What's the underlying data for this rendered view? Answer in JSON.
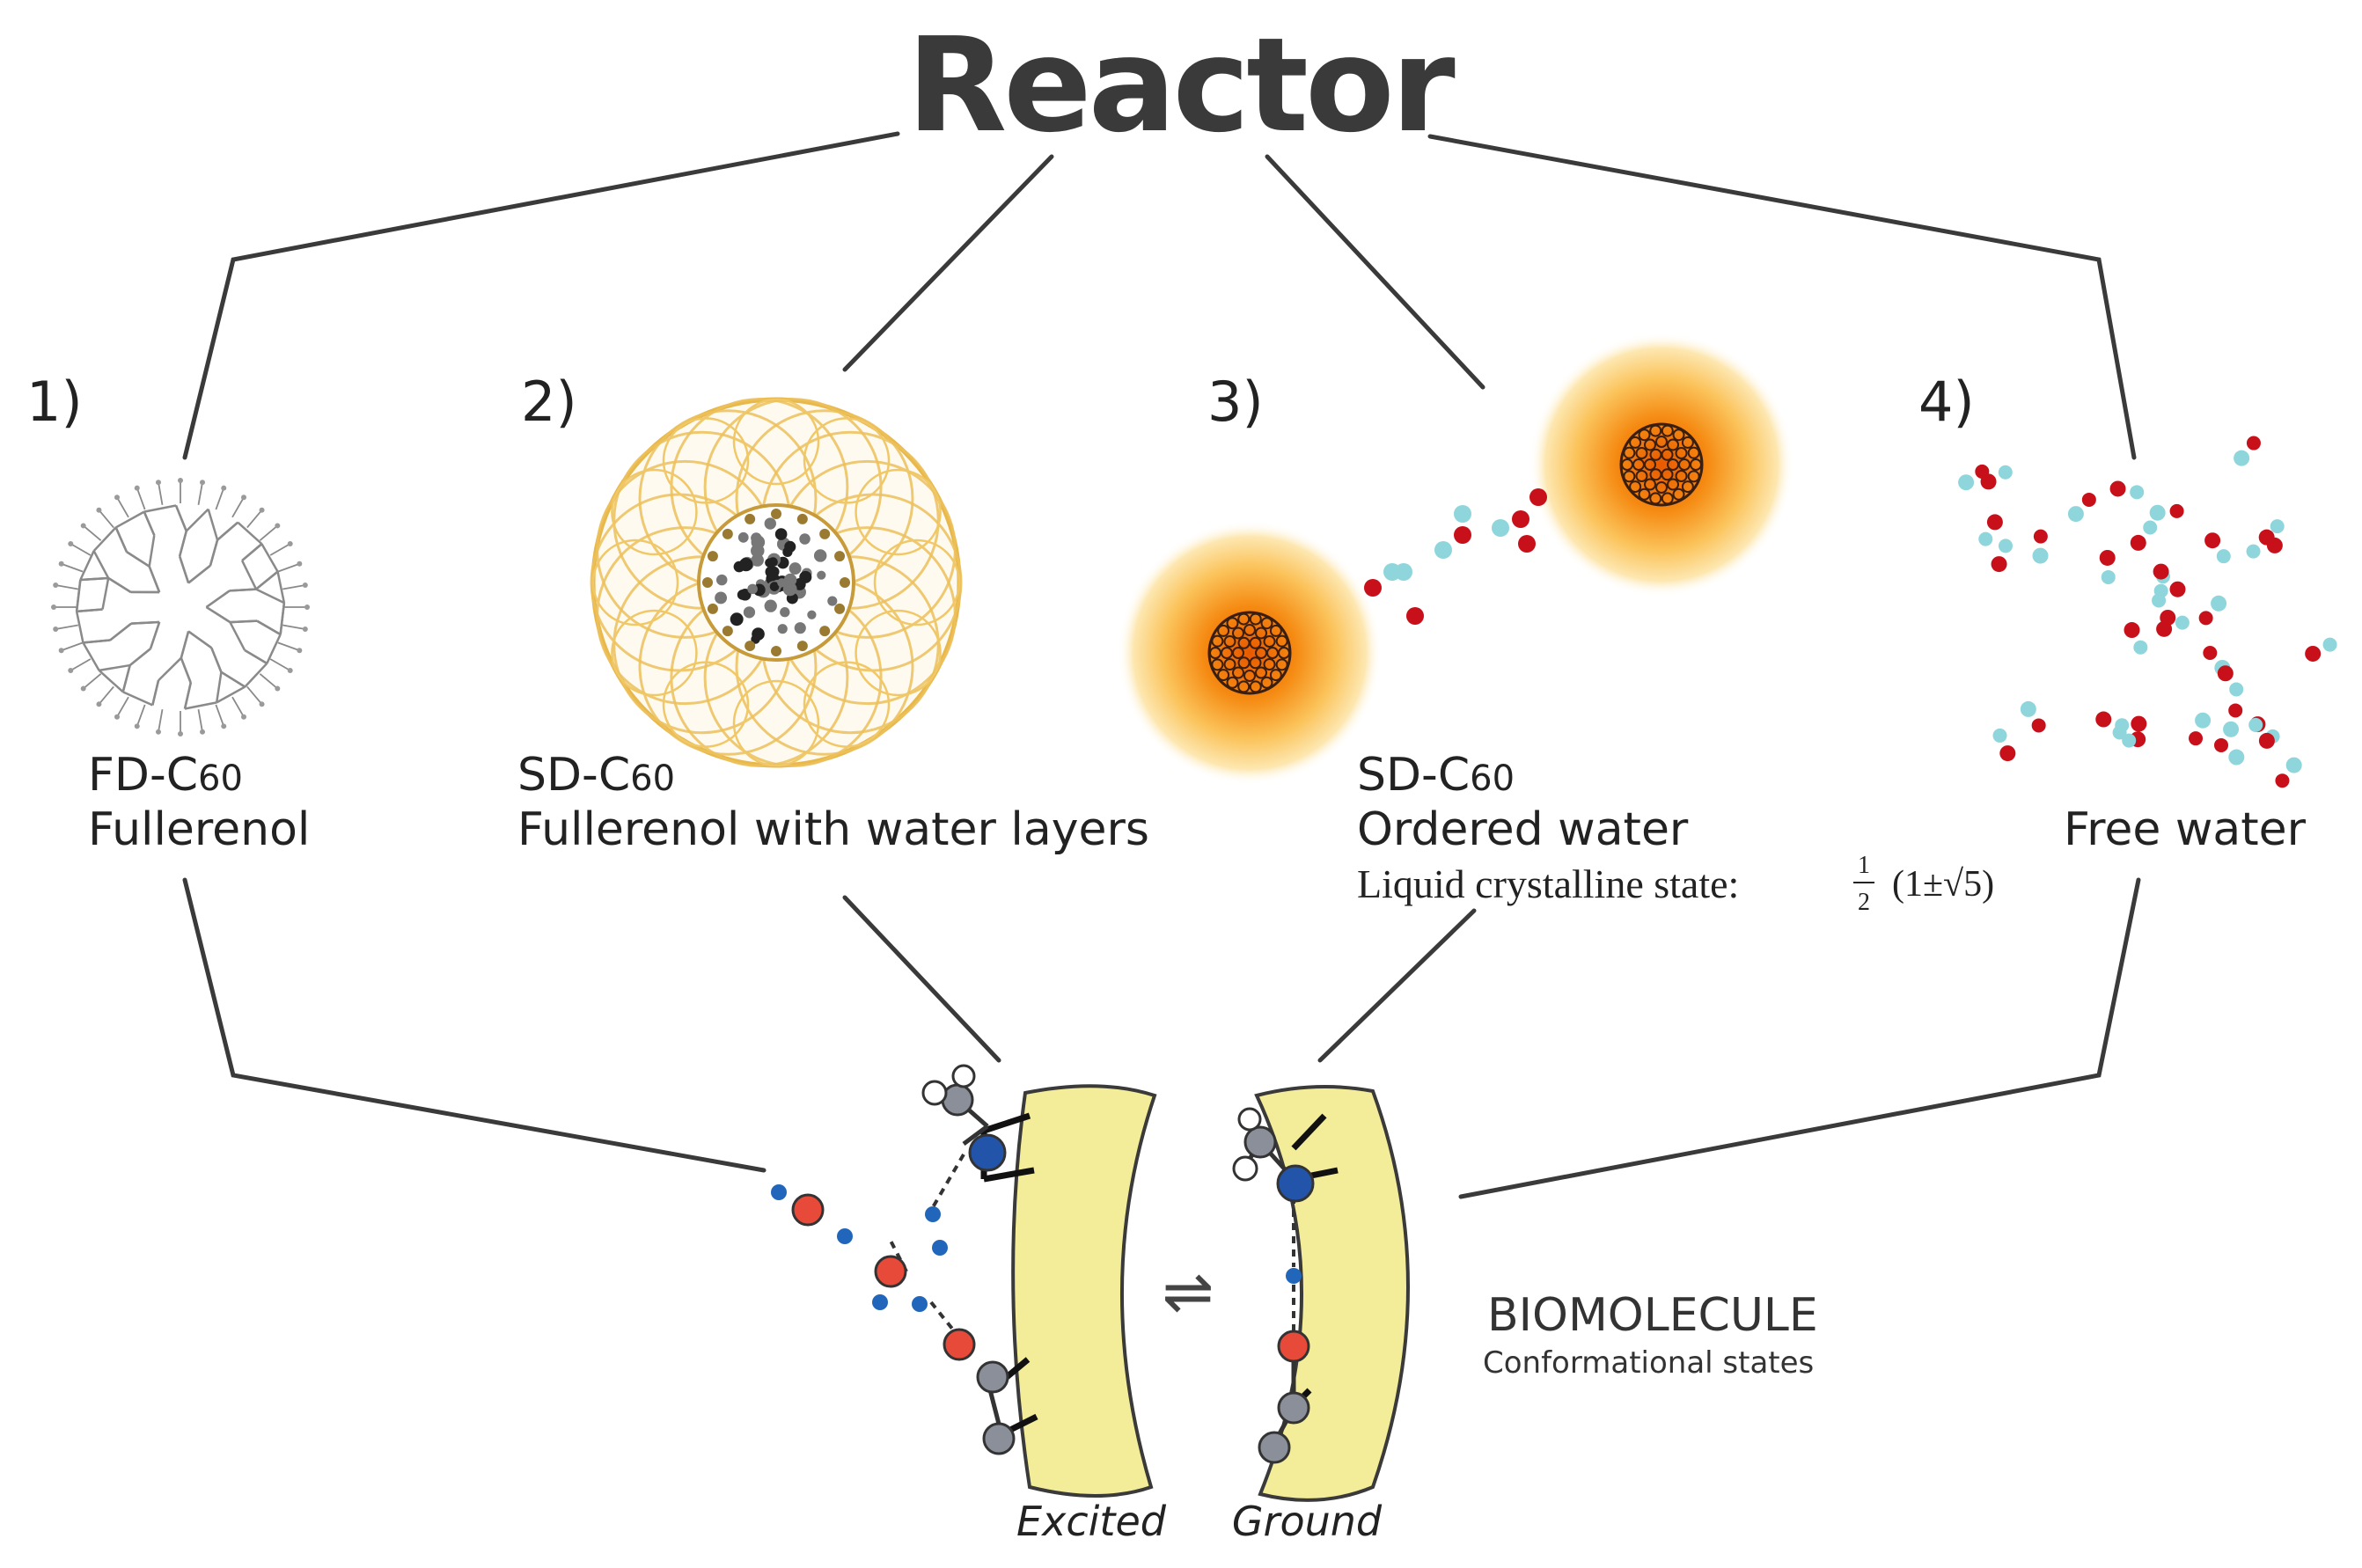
{
  "title": "Reactor",
  "panels": [
    {
      "number": "1)",
      "line1_prefix": "FD-C",
      "line1_sub": "60",
      "line2": "Fullerenol"
    },
    {
      "number": "2)",
      "line1_prefix": "SD-C",
      "line1_sub": "60",
      "line2": "Fullerenol with water layers"
    },
    {
      "number": "3)",
      "line1_prefix": "SD-C",
      "line1_sub": "60",
      "line2": "Ordered water",
      "line3": "Liquid  crystalline state:",
      "formula_num": "1",
      "formula_den": "2",
      "formula_expr": "(1±√5)"
    },
    {
      "number": "4)",
      "line2": "Free water"
    }
  ],
  "biomolecule": {
    "title": "BIOMOLECULE",
    "subtitle": "Conformational states",
    "excited_label": "Excited",
    "ground_label": "Ground",
    "equilibrium_symbol": "⇌"
  },
  "colors": {
    "lines": "#3a3a3a",
    "gold": "#e8b84a",
    "orange": "#f07a10",
    "oxygen_red": "#c8101a",
    "hydrogen_cyan": "#8fd6dc",
    "biomolecule_yellow": "#f3ec99",
    "atom_blue": "#2255aa",
    "atom_red": "#e84a3a",
    "atom_grey": "#8a8f99"
  },
  "icons": [
    "fullerenol-structure-icon",
    "water-layer-fullerene-icon",
    "ordered-water-fullerene-icon",
    "free-water-molecules-icon",
    "biomolecule-excited-icon",
    "biomolecule-ground-icon"
  ]
}
